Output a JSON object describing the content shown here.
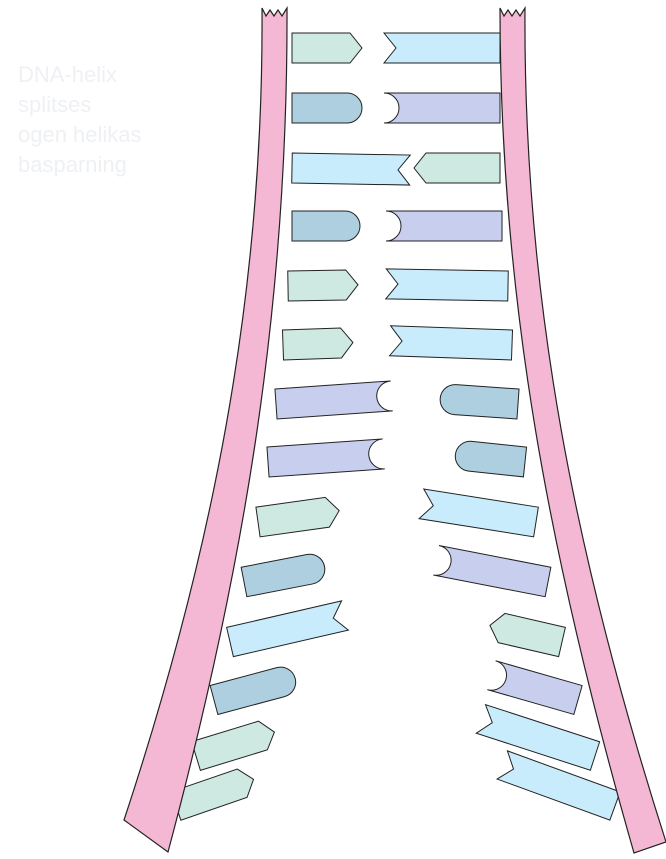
{
  "diagram": {
    "strand_color": "#f5b8d4",
    "outline_color": "#222222",
    "colors": {
      "teal": "#cde9e2",
      "blue": "#aecfe0",
      "lavender": "#c8cfee",
      "sky": "#c8ecfb"
    },
    "left_strand_bases": [
      {
        "color": "teal",
        "end": "arrow"
      },
      {
        "color": "blue",
        "end": "round"
      },
      {
        "color": "sky",
        "end": "notch"
      },
      {
        "color": "blue",
        "end": "round"
      },
      {
        "color": "teal",
        "end": "arrow"
      },
      {
        "color": "teal",
        "end": "arrow"
      },
      {
        "color": "lavender",
        "end": "cup"
      },
      {
        "color": "lavender",
        "end": "cup"
      },
      {
        "color": "teal",
        "end": "arrow"
      },
      {
        "color": "blue",
        "end": "round"
      },
      {
        "color": "sky",
        "end": "notch"
      },
      {
        "color": "blue",
        "end": "round"
      },
      {
        "color": "teal",
        "end": "arrow"
      },
      {
        "color": "teal",
        "end": "arrow"
      }
    ],
    "right_strand_bases": [
      {
        "color": "sky",
        "end": "notch"
      },
      {
        "color": "lavender",
        "end": "cup"
      },
      {
        "color": "teal",
        "end": "arrow"
      },
      {
        "color": "lavender",
        "end": "cup"
      },
      {
        "color": "sky",
        "end": "notch"
      },
      {
        "color": "sky",
        "end": "notch"
      },
      {
        "color": "blue",
        "end": "round"
      },
      {
        "color": "blue",
        "end": "round"
      },
      {
        "color": "sky",
        "end": "notch"
      },
      {
        "color": "lavender",
        "end": "cup"
      },
      {
        "color": "teal",
        "end": "arrow"
      },
      {
        "color": "lavender",
        "end": "cup"
      },
      {
        "color": "sky",
        "end": "notch"
      },
      {
        "color": "sky",
        "end": "notch"
      }
    ]
  },
  "faded_text_lines": [
    "DNA-helix",
    "splitses",
    "ogen helikas",
    "basparning"
  ]
}
